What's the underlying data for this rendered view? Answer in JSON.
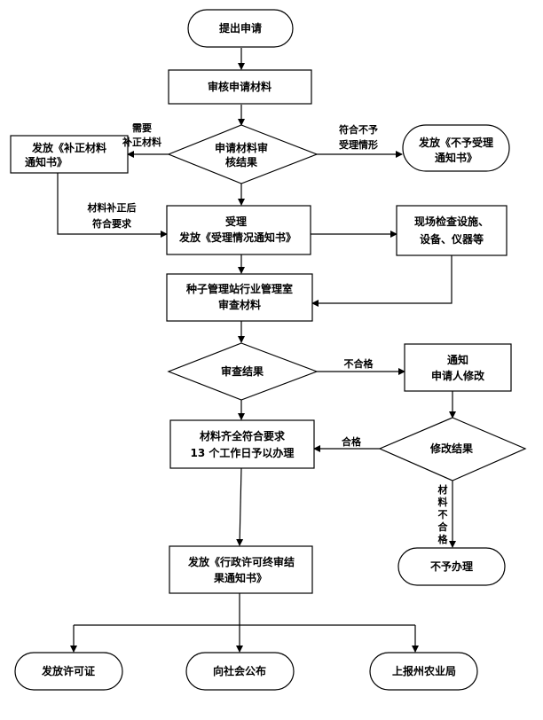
{
  "nodes": {
    "apply": "提出申请",
    "review": "审核申请材料",
    "decision1": [
      "申请材料审",
      "核结果"
    ],
    "supplement": [
      "发放《补正材料",
      "通知书》"
    ],
    "reject_notice": [
      "发放《不予受理",
      "通知书》"
    ],
    "accept": [
      "受理",
      "发放《受理情况通知书》"
    ],
    "site_check": [
      "现场检查设施、",
      "设备、仪器等"
    ],
    "station_review": [
      "种子管理站行业管理室",
      "审查材料"
    ],
    "decision2": "审查结果",
    "notify_modify": [
      "通知",
      "申请人修改"
    ],
    "pass_process": [
      "材料齐全符合要求",
      "13 个工作日予以办理"
    ],
    "modify_result": "修改结果",
    "issue_result": [
      "发放《行政许可终审结",
      "果通知书》"
    ],
    "not_process": "不予办理",
    "issue_license": "发放许可证",
    "publish": "向社会公布",
    "report": "上报州农业局"
  },
  "edges": {
    "need_supplement": [
      "需要",
      "补正材料"
    ],
    "meet_reject": [
      "符合不予",
      "受理情形"
    ],
    "after_supplement": [
      "材料补正后",
      "符合要求"
    ],
    "fail": "不合格",
    "qualified": "合格",
    "material_fail": [
      "材",
      "料",
      "不",
      "合",
      "格"
    ]
  }
}
